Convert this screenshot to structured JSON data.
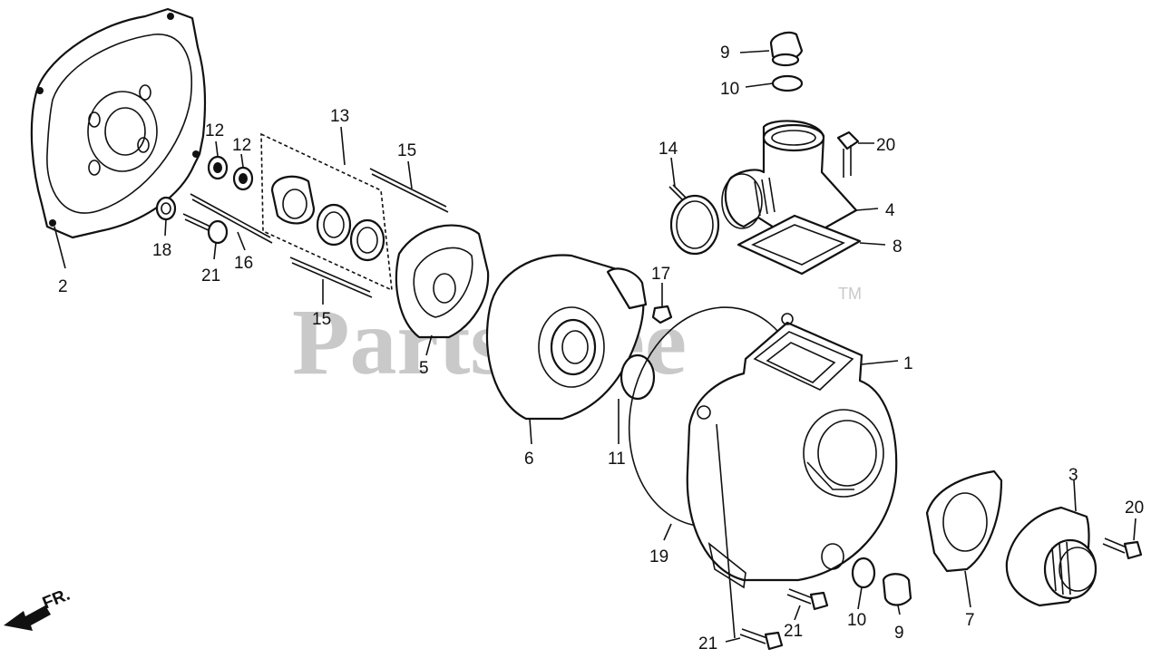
{
  "watermark": {
    "text": "PartsTree",
    "tm": "TM"
  },
  "direction": {
    "label": "FR."
  },
  "callouts": [
    {
      "id": "p1",
      "label": "1"
    },
    {
      "id": "p2",
      "label": "2"
    },
    {
      "id": "p3",
      "label": "3"
    },
    {
      "id": "p4",
      "label": "4"
    },
    {
      "id": "p5",
      "label": "5"
    },
    {
      "id": "p6",
      "label": "6"
    },
    {
      "id": "p7",
      "label": "7"
    },
    {
      "id": "p8",
      "label": "8"
    },
    {
      "id": "p9a",
      "label": "9"
    },
    {
      "id": "p9b",
      "label": "9"
    },
    {
      "id": "p10a",
      "label": "10"
    },
    {
      "id": "p10b",
      "label": "10"
    },
    {
      "id": "p11",
      "label": "11"
    },
    {
      "id": "p12a",
      "label": "12"
    },
    {
      "id": "p12b",
      "label": "12"
    },
    {
      "id": "p13",
      "label": "13"
    },
    {
      "id": "p14",
      "label": "14"
    },
    {
      "id": "p15a",
      "label": "15"
    },
    {
      "id": "p15b",
      "label": "15"
    },
    {
      "id": "p16",
      "label": "16"
    },
    {
      "id": "p17",
      "label": "17"
    },
    {
      "id": "p18",
      "label": "18"
    },
    {
      "id": "p19",
      "label": "19"
    },
    {
      "id": "p20a",
      "label": "20"
    },
    {
      "id": "p20b",
      "label": "20"
    },
    {
      "id": "p21a",
      "label": "21"
    },
    {
      "id": "p21b",
      "label": "21"
    },
    {
      "id": "p21c",
      "label": "21"
    }
  ]
}
